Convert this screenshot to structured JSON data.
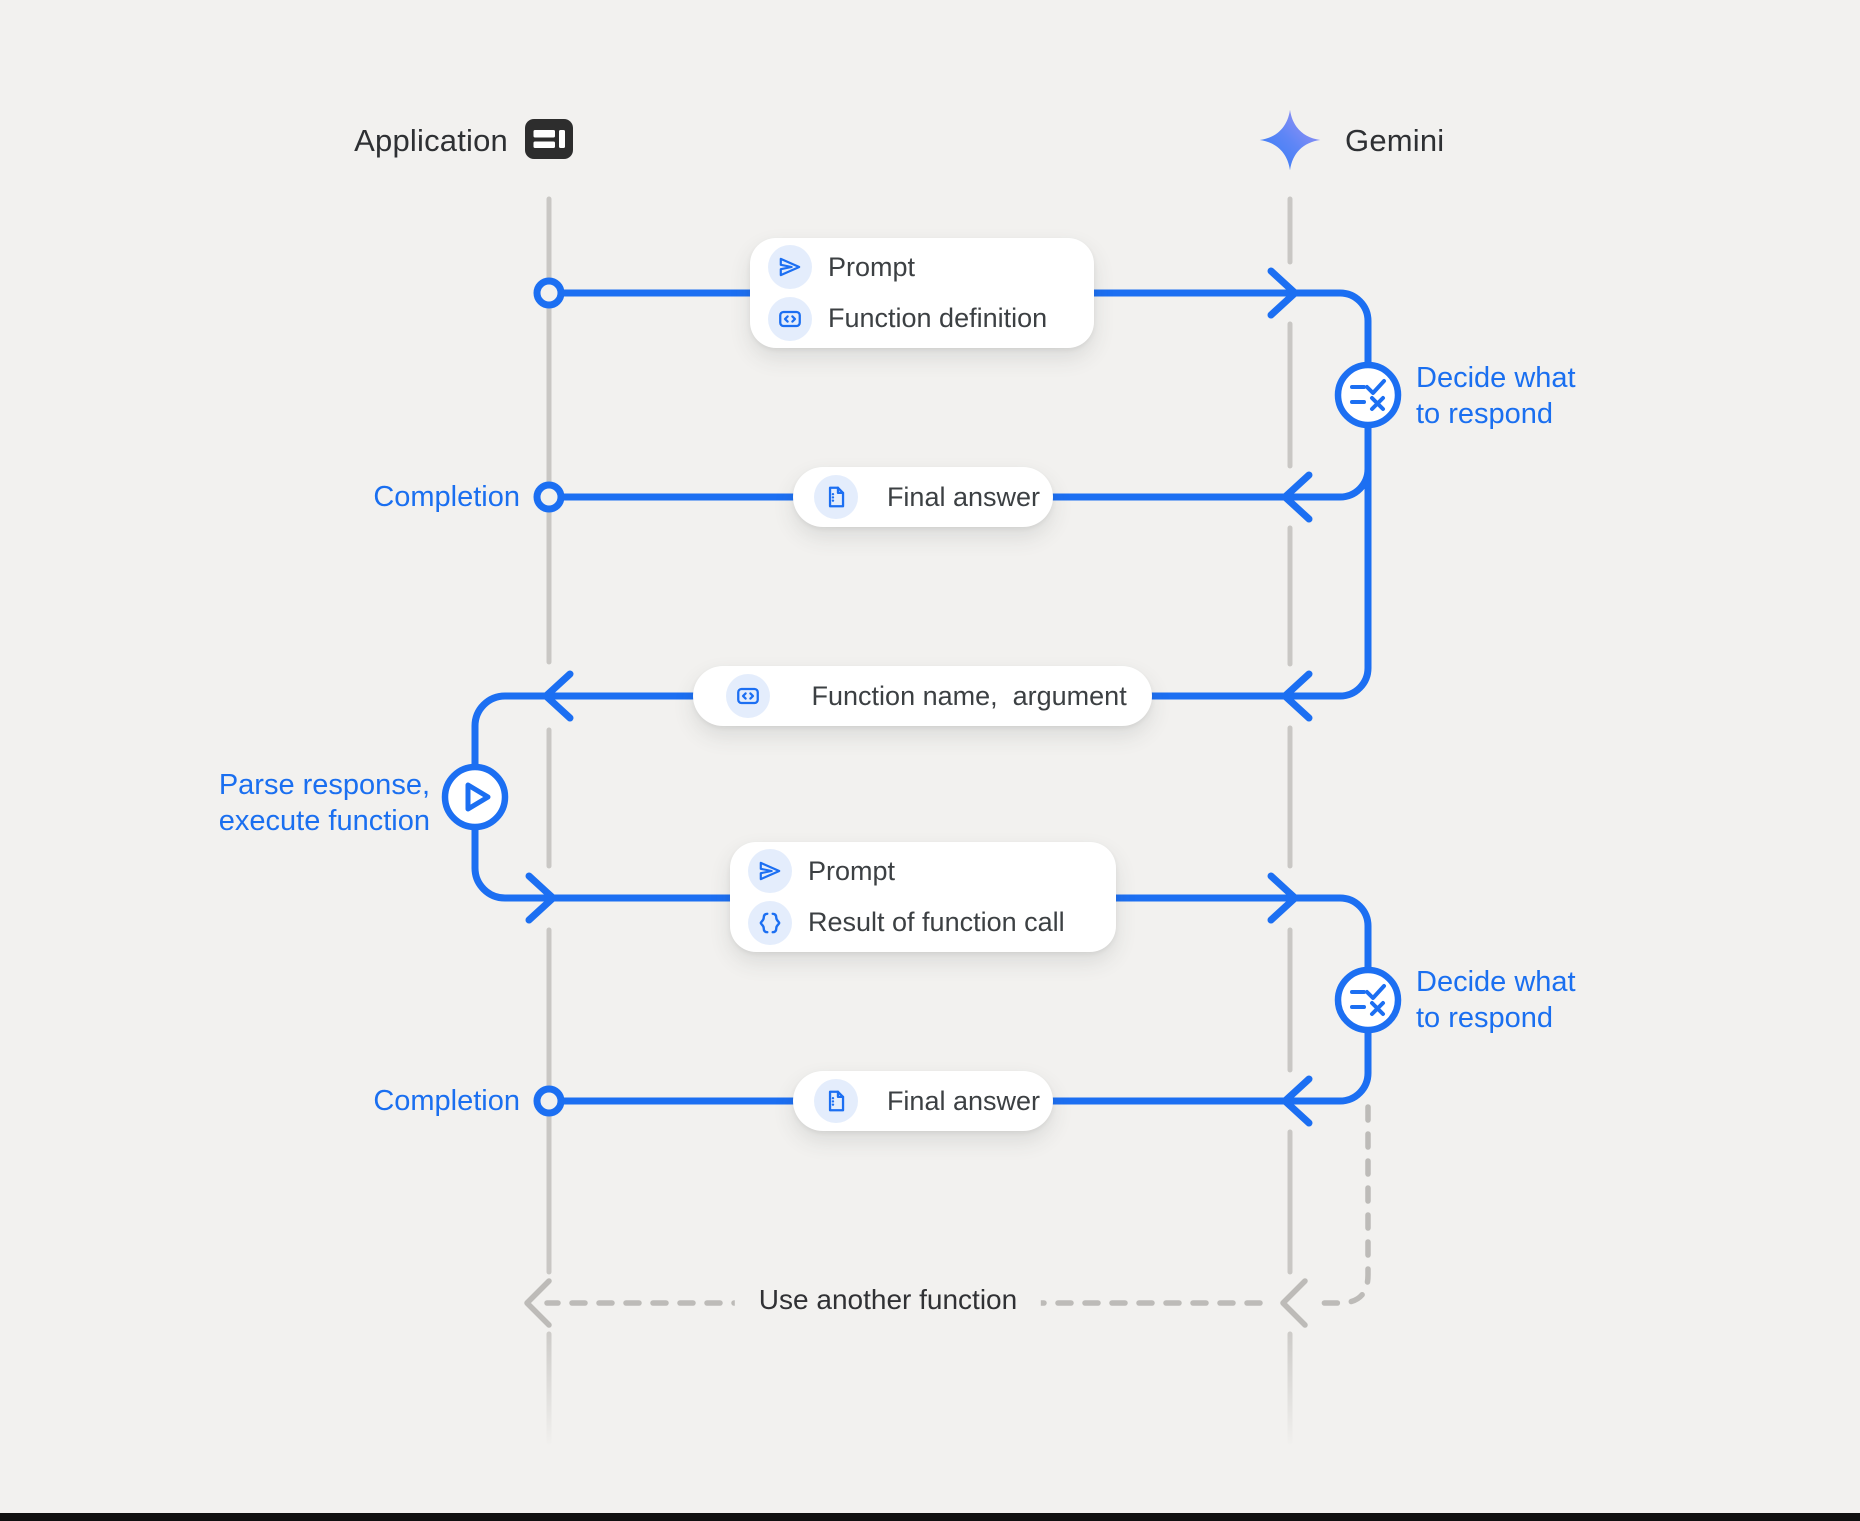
{
  "colors": {
    "background": "#f2f1ef",
    "accent_blue": "#1c6ff2",
    "label_blue": "#1a6ff0",
    "rail_gray": "#c9c7c4",
    "dashed_gray": "#bdbbb8",
    "box_text": "#3c4043",
    "header_text": "#2e3033",
    "chip_background": "#e4edfc",
    "gemini_star_gradient": [
      "#2e7bf6",
      "#5f86f6",
      "#a995f2"
    ]
  },
  "header": {
    "application_label": "Application",
    "gemini_label": "Gemini"
  },
  "icons": {
    "application": "app-window-icon",
    "gemini": "gemini-star-icon",
    "prompt": "send-icon",
    "function_definition": "code-icon",
    "final_answer": "document-icon",
    "function_call": "code-icon",
    "result_of_function_call": "braces-icon",
    "decide": "decide-checklist-icon",
    "parse": "play-icon"
  },
  "flow": {
    "prompt_box_1": {
      "row1": "Prompt",
      "row2": "Function definition"
    },
    "decide_1": {
      "line1": "Decide what",
      "line2": "to respond"
    },
    "completion_1": "Completion",
    "final_answer_1": "Final answer",
    "function_call_box": "Function name,  argument",
    "parse_note": {
      "line1": "Parse response,",
      "line2": "execute function"
    },
    "prompt_box_2": {
      "row1": "Prompt",
      "row2": "Result of function call"
    },
    "decide_2": {
      "line1": "Decide what",
      "line2": "to respond"
    },
    "completion_2": "Completion",
    "final_answer_2": "Final answer",
    "loop_label": "Use another function"
  }
}
